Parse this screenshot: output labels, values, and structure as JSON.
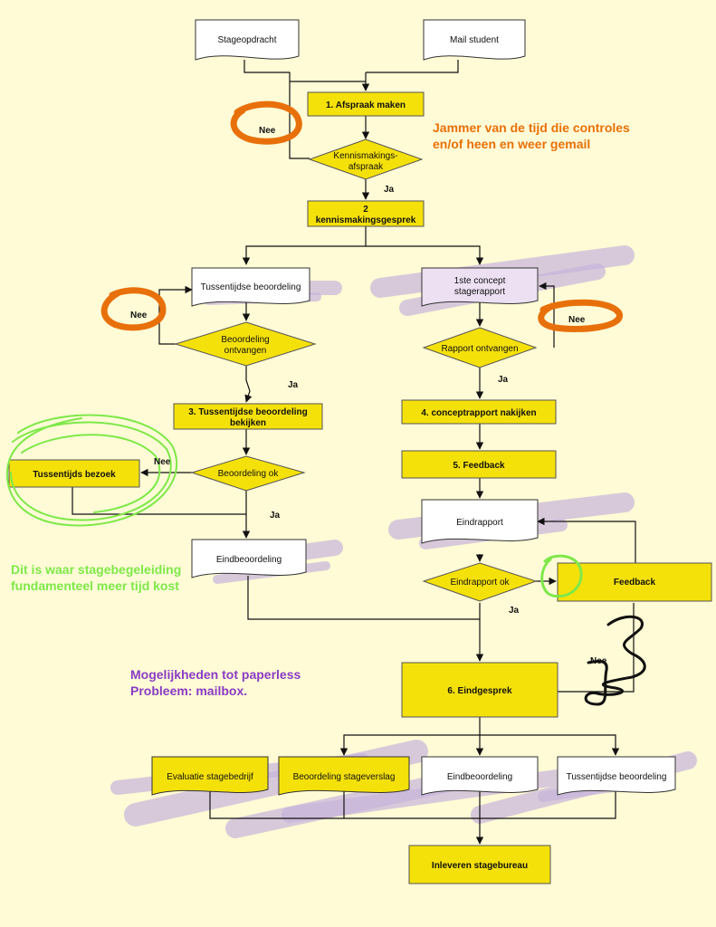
{
  "nodes": {
    "stageopdracht": "Stageopdracht",
    "mail_student": "Mail student",
    "afspraak": "1. Afspraak maken",
    "kennismakings_afspraak_1": "Kennismakings-",
    "kennismakings_afspraak_2": "afspraak",
    "kennismakingsgesprek_1": "2",
    "kennismakingsgesprek_2": "kennismakingsgesprek",
    "tussentijdse_beoordeling": "Tussentijdse beoordeling",
    "concept_1": "1ste concept",
    "concept_2": "stagerapport",
    "beoordeling_ontvangen_1": "Beoordeling",
    "beoordeling_ontvangen_2": "ontvangen",
    "rapport_ontvangen": "Rapport ontvangen",
    "tussentijdse_bekijken_1": "3. Tussentijdse  beoordeling",
    "tussentijdse_bekijken_2": "bekijken",
    "conceptrapport_nakijken": "4.  conceptrapport nakijken",
    "tussentijds_bezoek": "Tussentijds bezoek",
    "beoordeling_ok": "Beoordeling ok",
    "feedback_5": "5. Feedback",
    "eindrapport": "Eindrapport",
    "eindbeoordeling": "Eindbeoordeling",
    "eindrapport_ok": "Eindrapport ok",
    "feedback_right": "Feedback",
    "eindgesprek": "6. Eindgesprek",
    "evaluatie_stagebedrijf": "Evaluatie stagebedrijf",
    "beoordeling_stageverslag": "Beoordeling stageverslag",
    "eindbeoordeling_bottom": "Eindbeoordeling",
    "tussentijdse_bottom": "Tussentijdse beoordeling",
    "inleveren": "Inleveren stagebureau"
  },
  "edge_labels": {
    "nee_1": "Nee",
    "ja_1": "Ja",
    "nee_2": "Nee",
    "nee_3": "Nee",
    "ja_2": "Ja",
    "ja_3": "Ja",
    "nee_4": "Nee",
    "ja_4": "Ja",
    "ja_5": "Ja",
    "nee_5": "Nee"
  },
  "annotations": {
    "orange_1": "Jammer van de tijd die controles",
    "orange_2": "en/of heen en weer gemail",
    "green_1": "Dit is waar stagebegeleiding",
    "green_2": "fundamenteel meer tijd kost",
    "purple_1": "Mogelijkheden tot paperless",
    "purple_2": "Probleem: mailbox."
  },
  "colors": {
    "background": "#fffbd6",
    "process_fill": "#f5e10a",
    "document_fill": "#ffffff",
    "orange": "#e8700a",
    "green": "#7de84a",
    "purple": "#8a3cc4",
    "purple_scribble": "#c8b4dc"
  }
}
